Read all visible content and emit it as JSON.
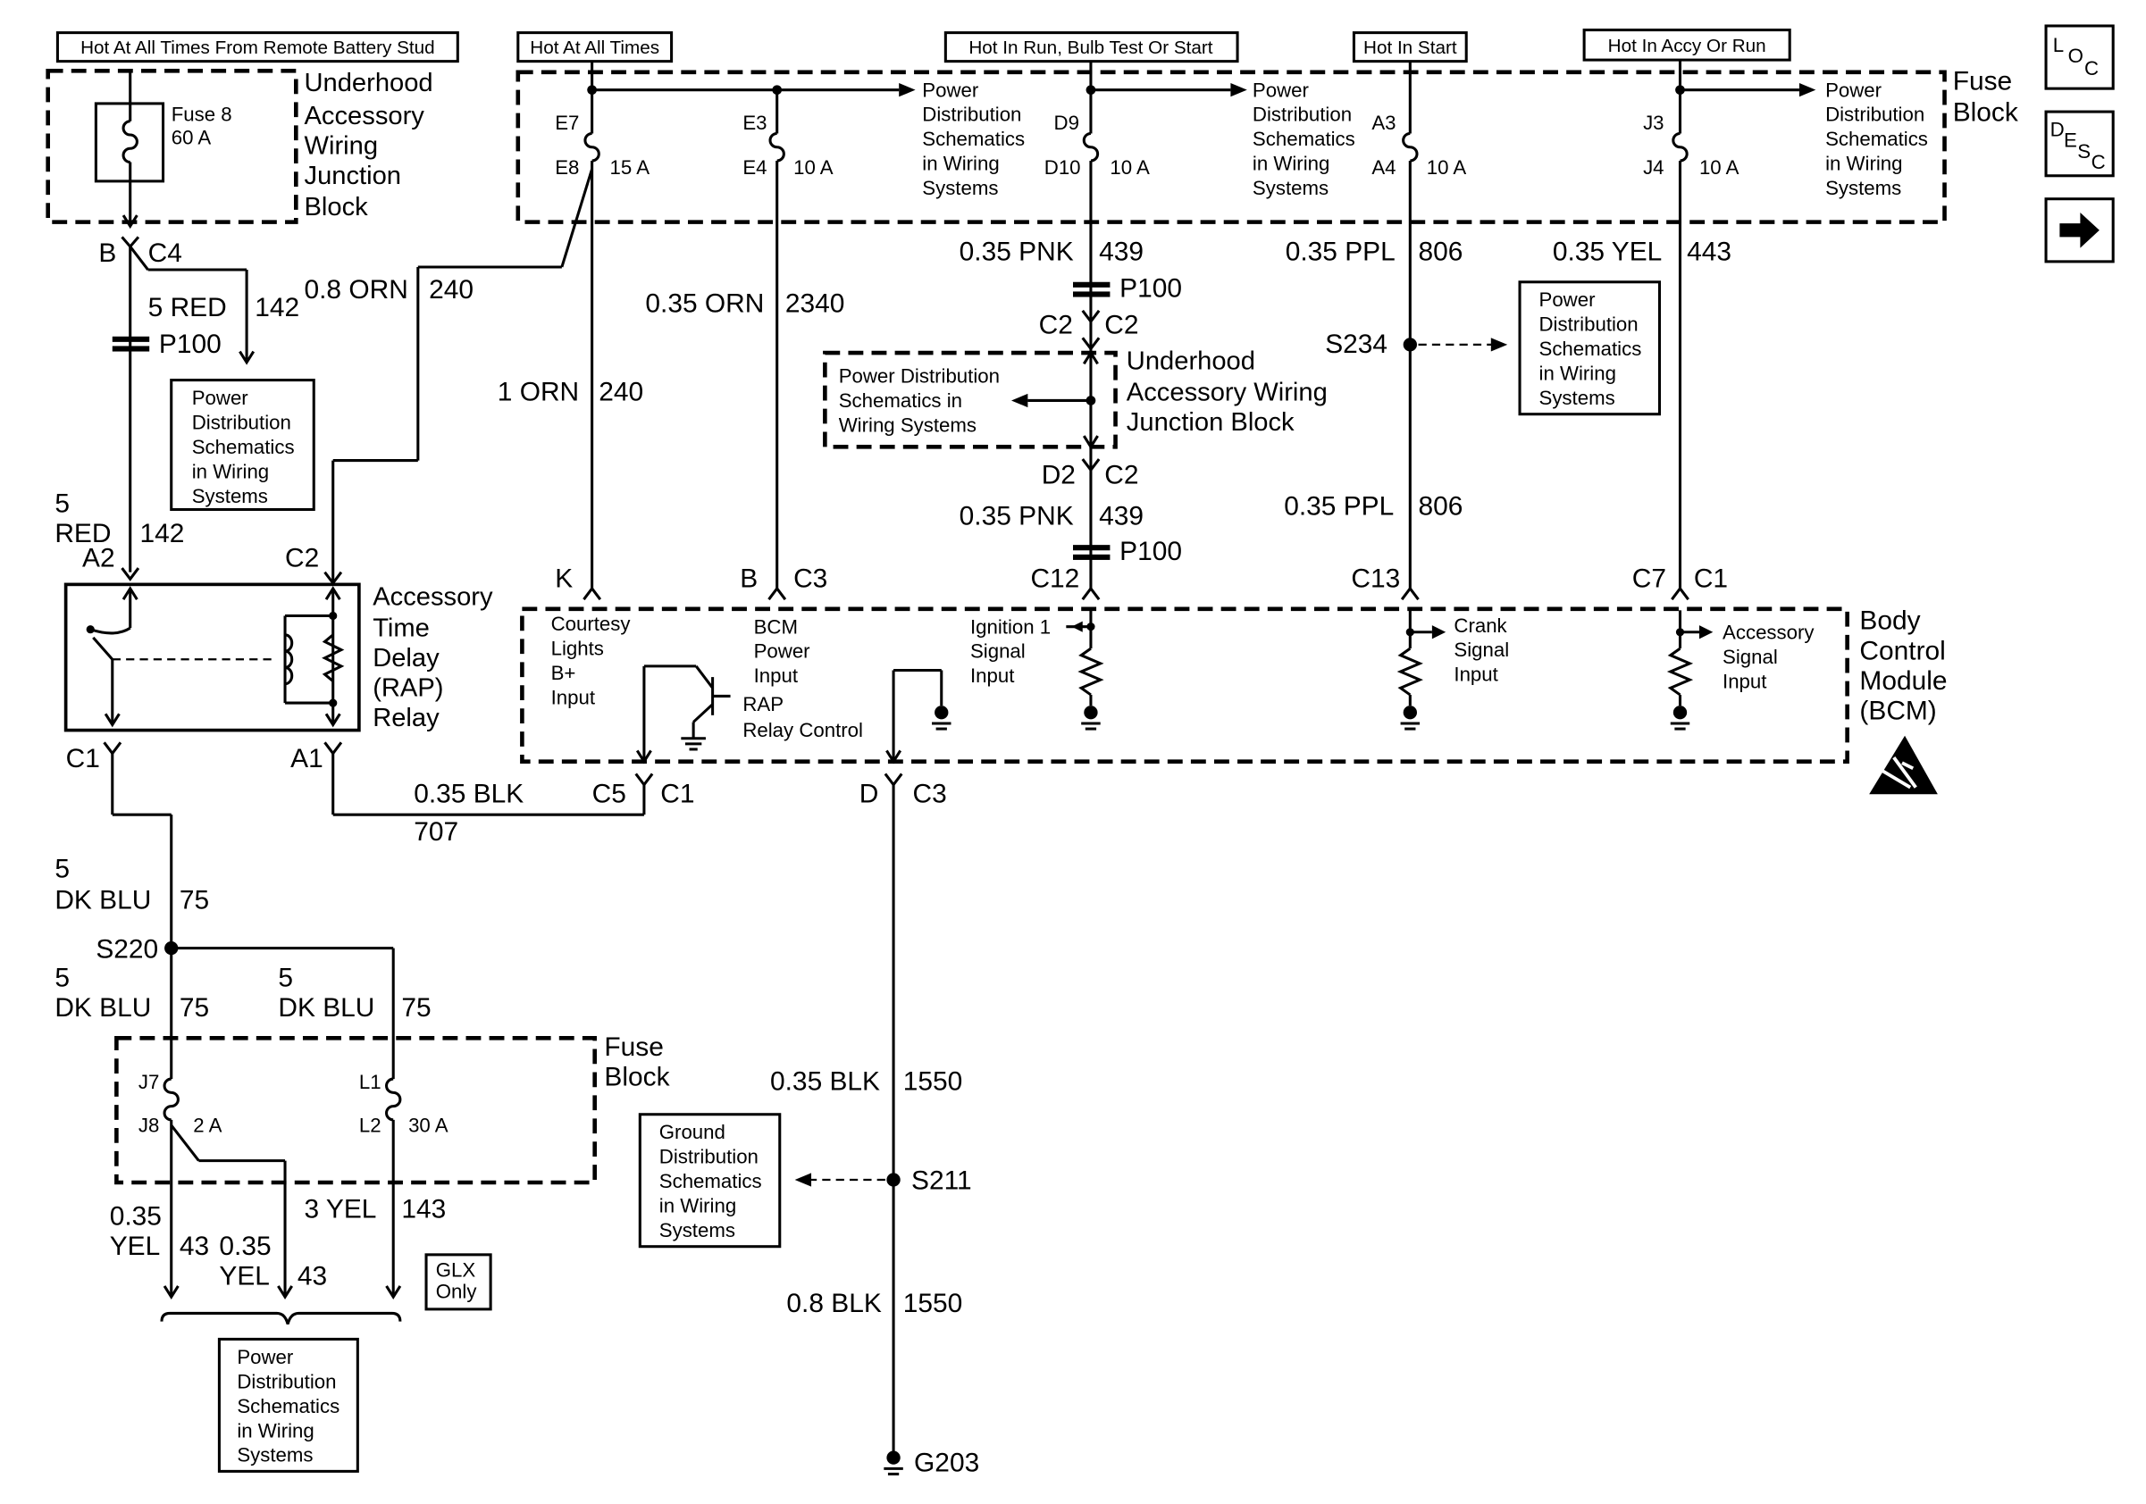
{
  "headers": {
    "remote_battery": "Hot At All Times From Remote Battery Stud",
    "hot_all_times": "Hot At All Times",
    "hot_run_bulb_start": "Hot In Run, Bulb Test Or Start",
    "hot_start": "Hot In Start",
    "hot_accy_run": "Hot In Accy Or Run"
  },
  "side_icons": {
    "loc": [
      "L",
      "O",
      "C"
    ],
    "desc": [
      "D",
      "E",
      "S",
      "C"
    ],
    "next_icon": "right-arrow-icon"
  },
  "uajb_top": {
    "title": [
      "Underhood",
      "Accessory",
      "Wiring",
      "Junction",
      "Block"
    ],
    "fuse": [
      "Fuse 8",
      "60 A"
    ],
    "connector_left": "B",
    "connector_right": "C4"
  },
  "fuse_block_top": {
    "title": [
      "Fuse",
      "Block"
    ],
    "fuses": {
      "e": {
        "top": "E7",
        "bottom": "E8",
        "rating": "15 A"
      },
      "e3": {
        "top": "E3",
        "bottom": "E4",
        "rating": "10 A"
      },
      "d": {
        "top": "D9",
        "bottom": "D10",
        "rating": "10 A"
      },
      "a": {
        "top": "A3",
        "bottom": "A4",
        "rating": "10 A"
      },
      "j": {
        "top": "J3",
        "bottom": "J4",
        "rating": "10 A"
      }
    }
  },
  "pds": [
    "Power",
    "Distribution",
    "Schematics",
    "in Wiring",
    "Systems"
  ],
  "pds_inline": [
    "Power Distribution",
    "Schematics in",
    "Wiring Systems"
  ],
  "gds": [
    "Ground",
    "Distribution",
    "Schematics",
    "in Wiring",
    "Systems"
  ],
  "wires": {
    "w142_upper_gauge": "5 RED",
    "w142_upper_circuit": "142",
    "w240_upper_gauge": "0.8 ORN",
    "w240_upper_circuit": "240",
    "w240_lower_gauge": "1 ORN",
    "w240_lower_circuit": "240",
    "w2340_gauge": "0.35 ORN",
    "w2340_circuit": "2340",
    "w439_upper_gauge": "0.35 PNK",
    "w439_upper_circuit": "439",
    "w439_lower_gauge": "0.35 PNK",
    "w439_lower_circuit": "439",
    "w806_upper_gauge": "0.35 PPL",
    "w806_upper_circuit": "806",
    "w806_lower_gauge": "0.35 PPL",
    "w806_lower_circuit": "806",
    "w443_gauge": "0.35 YEL",
    "w443_circuit": "443",
    "w142_lower_size": "5",
    "w142_lower_color": "RED",
    "w142_lower_circuit": "142",
    "w707_gauge": "0.35 BLK",
    "w707_circuit": "707",
    "w75_a_size": "5",
    "w75_a_color": "DK BLU",
    "w75_a_circuit": "75",
    "w75_b_size": "5",
    "w75_b_color": "DK BLU",
    "w75_b_circuit": "75",
    "w75_c_size": "5",
    "w75_c_color": "DK BLU",
    "w75_c_circuit": "75",
    "w1550_upper_gauge": "0.35 BLK",
    "w1550_upper_circuit": "1550",
    "w1550_lower_gauge": "0.8 BLK",
    "w1550_lower_circuit": "1550",
    "w143_gauge": "3 YEL",
    "w143_circuit": "143",
    "w43_a_size": "0.35",
    "w43_a_color": "YEL",
    "w43_a_circuit": "43",
    "w43_b_size": "0.35",
    "w43_b_color": "YEL",
    "w43_b_circuit": "43"
  },
  "connectors": {
    "p100_a": "P100",
    "p100_b": "P100",
    "p100_c": "P100",
    "c2_left": "C2",
    "c2_right": "C2",
    "d2": "D2",
    "c2_lower": "C2",
    "relay_a2": "A2",
    "relay_c2": "C2",
    "relay_c1": "C1",
    "relay_a1": "A1",
    "bcm_k": "K",
    "bcm_b": "B",
    "bcm_c3": "C3",
    "bcm_c12": "C12",
    "bcm_c13": "C13",
    "bcm_c7": "C7",
    "bcm_c1": "C1",
    "bcm_c5": "C5",
    "bcm_c1_lower": "C1",
    "bcm_d": "D",
    "bcm_c3_lower": "C3"
  },
  "splices": {
    "s234": "S234",
    "s220": "S220",
    "s211": "S211",
    "g203": "G203"
  },
  "uajb_mid": {
    "title": [
      "Underhood",
      "Accessory  Wiring",
      "Junction  Block"
    ]
  },
  "relay": {
    "title": [
      "Accessory",
      "Time",
      "Delay",
      "(RAP)",
      "Relay"
    ]
  },
  "bcm": {
    "title": [
      "Body",
      "Control",
      "Module",
      "(BCM)"
    ],
    "courtesy": [
      "Courtesy",
      "Lights",
      "B+",
      "Input"
    ],
    "bcm_power": [
      "BCM",
      "Power",
      "Input"
    ],
    "rap": [
      "RAP",
      "Relay Control"
    ],
    "ignition": [
      "Ignition 1",
      "Signal",
      "Input"
    ],
    "crank": [
      "Crank",
      "Signal",
      "Input"
    ],
    "accessory": [
      "Accessory",
      "Signal",
      "Input"
    ],
    "esd_icon": "esd-sensitive-icon"
  },
  "fuse_block_bottom": {
    "title": [
      "Fuse",
      "Block"
    ],
    "j7": "J7",
    "j8": "J8",
    "j_rating": "2 A",
    "l1": "L1",
    "l2": "L2",
    "l_rating": "30 A"
  },
  "glx": [
    "GLX",
    "Only"
  ]
}
